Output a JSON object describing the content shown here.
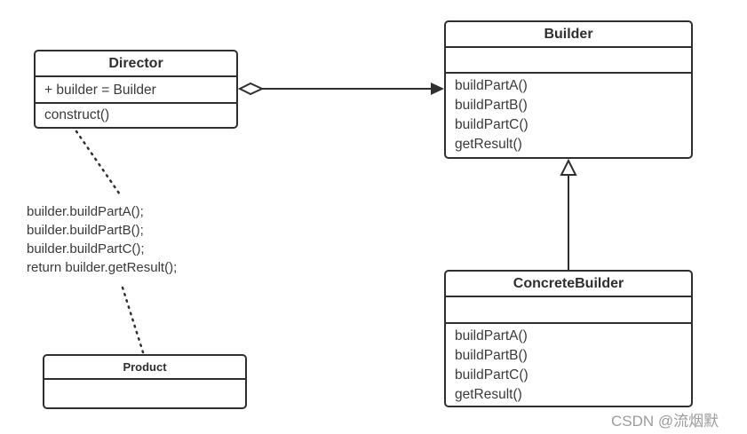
{
  "classes": {
    "director": {
      "name": "Director",
      "attributes": [
        "+ builder = Builder"
      ],
      "methods": [
        "construct()"
      ]
    },
    "builder": {
      "name": "Builder",
      "attributes": [],
      "methods": [
        "buildPartA()",
        "buildPartB()",
        "buildPartC()",
        "getResult()"
      ]
    },
    "concrete_builder": {
      "name": "ConcreteBuilder",
      "attributes": [],
      "methods": [
        "buildPartA()",
        "buildPartB()",
        "buildPartC()",
        "getResult()"
      ]
    },
    "product": {
      "name": "Product"
    }
  },
  "relations": {
    "aggregation": "Director o— Builder",
    "generalization": "ConcreteBuilder —▷ Builder",
    "dependency_1": "Director ··· code note",
    "dependency_2": "code note ··· Product"
  },
  "code_note": {
    "lines": [
      "builder.buildPartA();",
      "builder.buildPartB();",
      "builder.buildPartC();",
      "return builder.getResult();"
    ]
  },
  "watermark": "CSDN @流烟默",
  "colors": {
    "line": "#2f2f2f",
    "text": "#3a3a3a",
    "title_text": "#2e2e2e",
    "watermark": "#9c9c9c",
    "background": "#ffffff"
  }
}
